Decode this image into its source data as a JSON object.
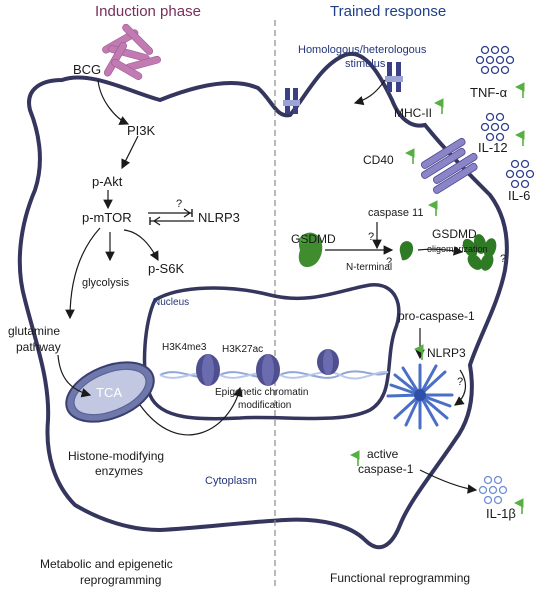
{
  "titles": {
    "left": "Induction phase",
    "right": "Trained response"
  },
  "induction": {
    "bcg": "BCG",
    "pi3k": "PI3K",
    "pakt": "p-Akt",
    "pmtor": "p-mTOR",
    "nlrp3": "NLRP3",
    "question": "?",
    "ps6k": "p-S6K",
    "glycolysis": "glycolysis",
    "glutamine_line1": "glutamine",
    "glutamine_line2": "pathway",
    "tca": "TCA",
    "histone_line1": "Histone-modifying",
    "histone_line2": "enzymes",
    "cytoplasm": "Cytoplasm",
    "footer_line1": "Metabolic and epigenetic",
    "footer_line2": "reprogramming"
  },
  "nucleus": {
    "label": "Nucleus",
    "h3k4me3": "H3K4me3",
    "h3k27ac": "H3K27ac",
    "epi_line1": "Epigenetic chromatin",
    "epi_line2": "modification"
  },
  "trained": {
    "stimulus_line1": "Homologous/heterologous",
    "stimulus_line2": "stimulus",
    "mhc": "MHC-II",
    "tnf": "TNF-α",
    "il12": "IL-12",
    "il6": "IL-6",
    "cd40": "CD40",
    "caspase11": "caspase 11",
    "gsdmd_left": "GSDMD",
    "gsdmd_right": "GSDMD",
    "oligomerization": "oligomerization",
    "nterminal": "N-terminal",
    "q1": "?",
    "q2": "?",
    "q3": "?",
    "procaspase": "pro-caspase-1",
    "nlrp3": "NLRP3",
    "active_line1": "active",
    "active_line2": "caspase-1",
    "il1b": "IL-1β",
    "footer": "Functional reprogramming"
  },
  "colors": {
    "membrane": "#34365e",
    "up_arrow": "#55b041",
    "receptor": "#3b3f86",
    "bacteria": "#c27ab3"
  }
}
